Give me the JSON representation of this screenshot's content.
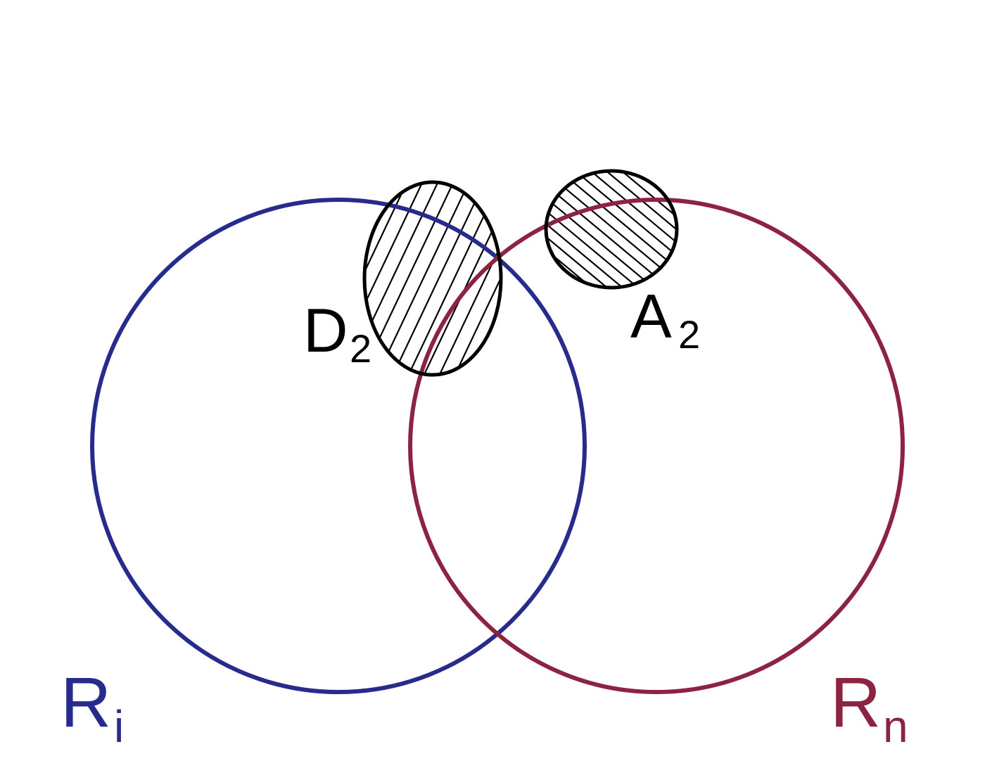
{
  "diagram": {
    "colors": {
      "set_i": "#262B8C",
      "set_n": "#8C2340",
      "regions": "#000000"
    },
    "sets": [
      {
        "id": "ri",
        "label_main": "R",
        "label_sub": "i"
      },
      {
        "id": "rn",
        "label_main": "R",
        "label_sub": "n"
      }
    ],
    "regions": [
      {
        "id": "d2",
        "label_main": "D",
        "label_sub": "2",
        "fill": "hatched"
      },
      {
        "id": "a2",
        "label_main": "A",
        "label_sub": "2",
        "fill": "hatched"
      }
    ]
  }
}
